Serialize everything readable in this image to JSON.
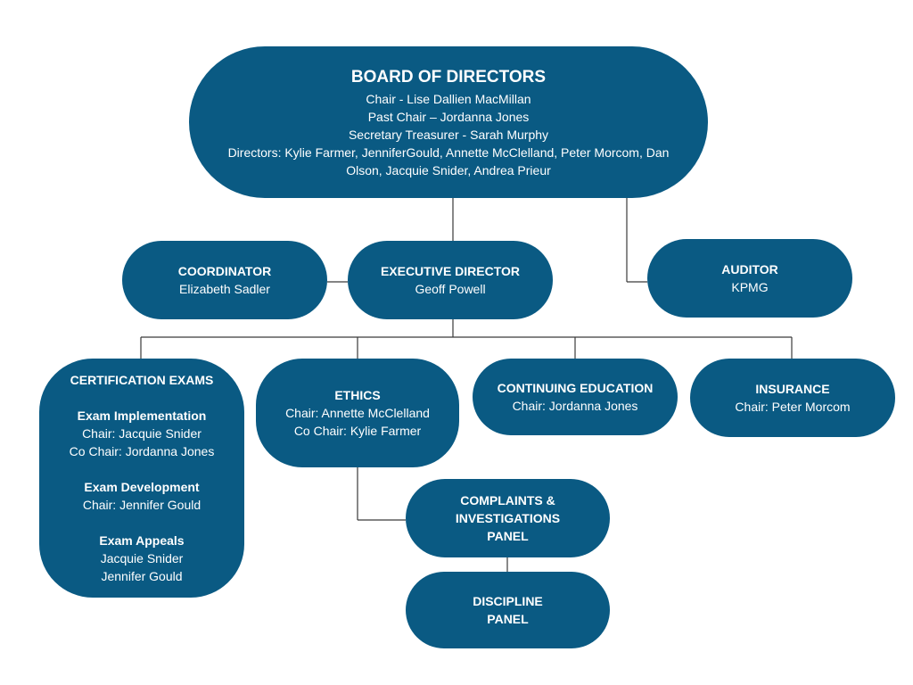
{
  "board": {
    "title": "BOARD OF DIRECTORS",
    "lines": [
      "Chair - Lise Dallien MacMillan",
      "Past Chair – Jordanna Jones",
      "Secretary Treasurer - Sarah Murphy",
      "Directors: Kylie Farmer, JenniferGould, Annette McClelland, Peter Morcom, Dan",
      "Olson, Jacquie Snider, Andrea Prieur"
    ]
  },
  "coordinator": {
    "title": "COORDINATOR",
    "name": "Elizabeth Sadler"
  },
  "executive": {
    "title": "EXECUTIVE DIRECTOR",
    "name": "Geoff Powell"
  },
  "auditor": {
    "title": "AUDITOR",
    "name": "KPMG"
  },
  "certification": {
    "title": "CERTIFICATION EXAMS",
    "implementation": {
      "title": "Exam Implementation",
      "chair": "Chair: Jacquie Snider",
      "co_chair": "Co Chair: Jordanna Jones"
    },
    "development": {
      "title": "Exam Development",
      "chair": "Chair: Jennifer Gould"
    },
    "appeals": {
      "title": "Exam Appeals",
      "member1": "Jacquie Snider",
      "member2": "Jennifer Gould"
    }
  },
  "ethics": {
    "title": "ETHICS",
    "chair": "Chair: Annette McClelland",
    "co_chair": "Co Chair: Kylie Farmer"
  },
  "continuing_education": {
    "title": "CONTINUING EDUCATION",
    "chair": "Chair: Jordanna Jones"
  },
  "insurance": {
    "title": "INSURANCE",
    "chair": "Chair: Peter Morcom"
  },
  "complaints": {
    "title_line1": "COMPLAINTS &",
    "title_line2": "INVESTIGATIONS",
    "title_line3": "PANEL"
  },
  "discipline": {
    "title_line1": "DISCIPLINE",
    "title_line2": "PANEL"
  }
}
